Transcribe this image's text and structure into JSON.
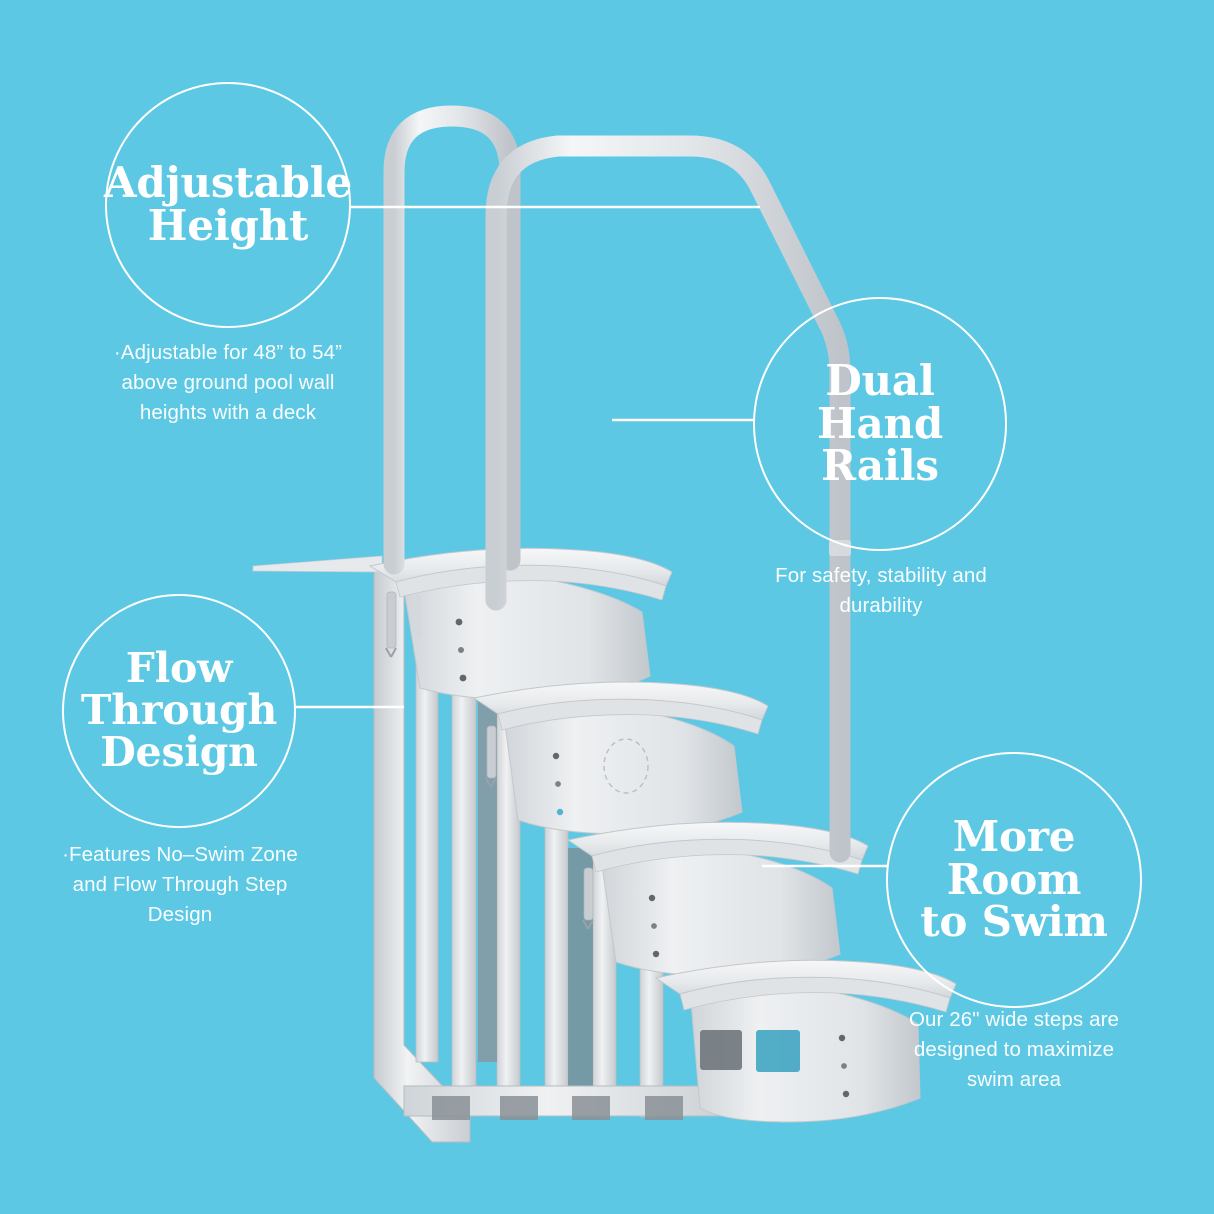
{
  "background_color": "#5cc8e4",
  "accent_color": "#ffffff",
  "product": {
    "name": "above-ground-pool-entry-step-ladder",
    "body_color": "#eceef0",
    "shadow_color": "#b9bec4",
    "step_count": 4,
    "handrail_count": 2
  },
  "callouts": [
    {
      "id": "adjustable-height",
      "title": "Adjustable\nHeight",
      "body": "·Adjustable for 48” to 54”\nabove ground pool wall\nheights with a deck"
    },
    {
      "id": "dual-hand-rails",
      "title": "Dual Hand\nRails",
      "body": "For safety, stability and\ndurability"
    },
    {
      "id": "flow-through-design",
      "title": "Flow\nThrough\nDesign",
      "body": "·Features No–Swim Zone\nand Flow Through Step\nDesign"
    },
    {
      "id": "more-room-to-swim",
      "title": "More Room\nto Swim",
      "body": "Our 26\" wide steps are\ndesigned to maximize\nswim area"
    }
  ]
}
